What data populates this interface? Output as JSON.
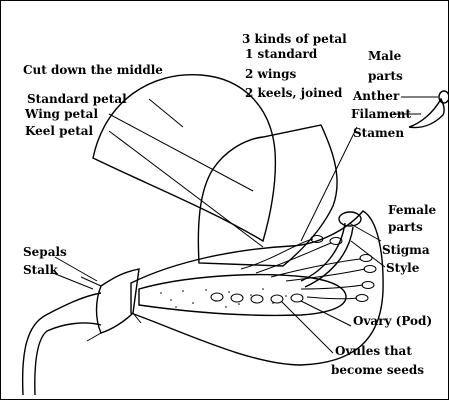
{
  "diagram": {
    "petal_heading": "3 kinds of petal",
    "petal_kinds": [
      "1 standard",
      "2 wings",
      "2 keels, joined"
    ],
    "section_note": "Cut down the middle",
    "male_heading": [
      "Male",
      "parts"
    ],
    "female_heading": [
      "Female",
      "parts"
    ],
    "labels": {
      "standard_petal": "Standard petal",
      "wing_petal": "Wing petal",
      "keel_petal": "Keel petal",
      "sepals": "Sepals",
      "stalk": "Stalk",
      "anther": "Anther",
      "filament": "Filament",
      "stamen": "Stamen",
      "stigma": "Stigma",
      "style": "Style",
      "ovary": "Ovary (Pod)",
      "ovules": [
        "Ovules that",
        "become seeds"
      ]
    }
  }
}
